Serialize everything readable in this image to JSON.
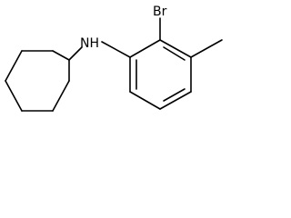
{
  "molecule": {
    "atoms": [
      {
        "id": "N",
        "label": "NH"
      },
      {
        "id": "Br",
        "label": "Br"
      }
    ]
  }
}
